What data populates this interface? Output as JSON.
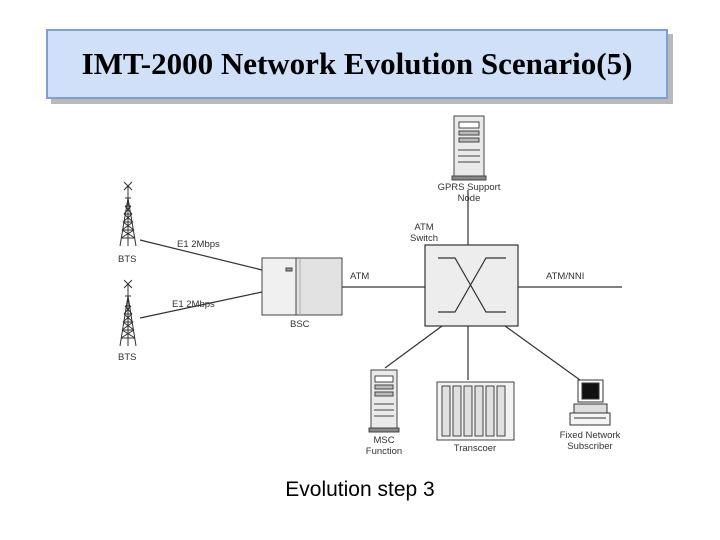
{
  "slide": {
    "title": "IMT-2000 Network Evolution Scenario(5)",
    "caption": "Evolution step 3"
  },
  "diagram": {
    "nodes": {
      "bts_top": "BTS",
      "bts_bottom": "BTS",
      "bsc": "BSC",
      "gprs": [
        "GPRS Support",
        "Node"
      ],
      "atm_switch": [
        "ATM",
        "Switch"
      ],
      "msc": [
        "MSC",
        "Function"
      ],
      "transcoder": "Transcoer",
      "fixed": [
        "Fixed Network",
        "Subscriber"
      ]
    },
    "links": {
      "e1_top": "E1 2Mbps",
      "e1_bottom": "E1 2Mbps",
      "atm": "ATM",
      "atm_nni": "ATM/NNI"
    }
  }
}
